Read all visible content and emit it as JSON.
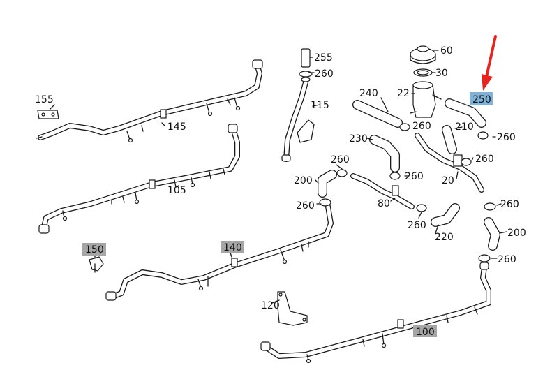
{
  "diagram": {
    "parts": {
      "p255": "255",
      "p260a": "260",
      "p115": "115",
      "p60": "60",
      "p30": "30",
      "p240": "240",
      "p22": "22",
      "p250": "250",
      "p155": "155",
      "p145": "145",
      "p210": "210",
      "p260b": "260",
      "p260c": "260",
      "p230": "230",
      "p260d": "260",
      "p260e": "260",
      "p200a": "200",
      "p260f": "260",
      "p20": "20",
      "p105": "105",
      "p260g": "260",
      "p80": "80",
      "p260h": "260",
      "p260i": "260",
      "p200b": "200",
      "p220": "220",
      "p150": "150",
      "p140": "140",
      "p260j": "260",
      "p120": "120",
      "p100": "100"
    },
    "highlight_colors": {
      "selected": "#7fb2d6",
      "reference": "#a6a6a6"
    },
    "arrow_color": "#e8231f"
  }
}
